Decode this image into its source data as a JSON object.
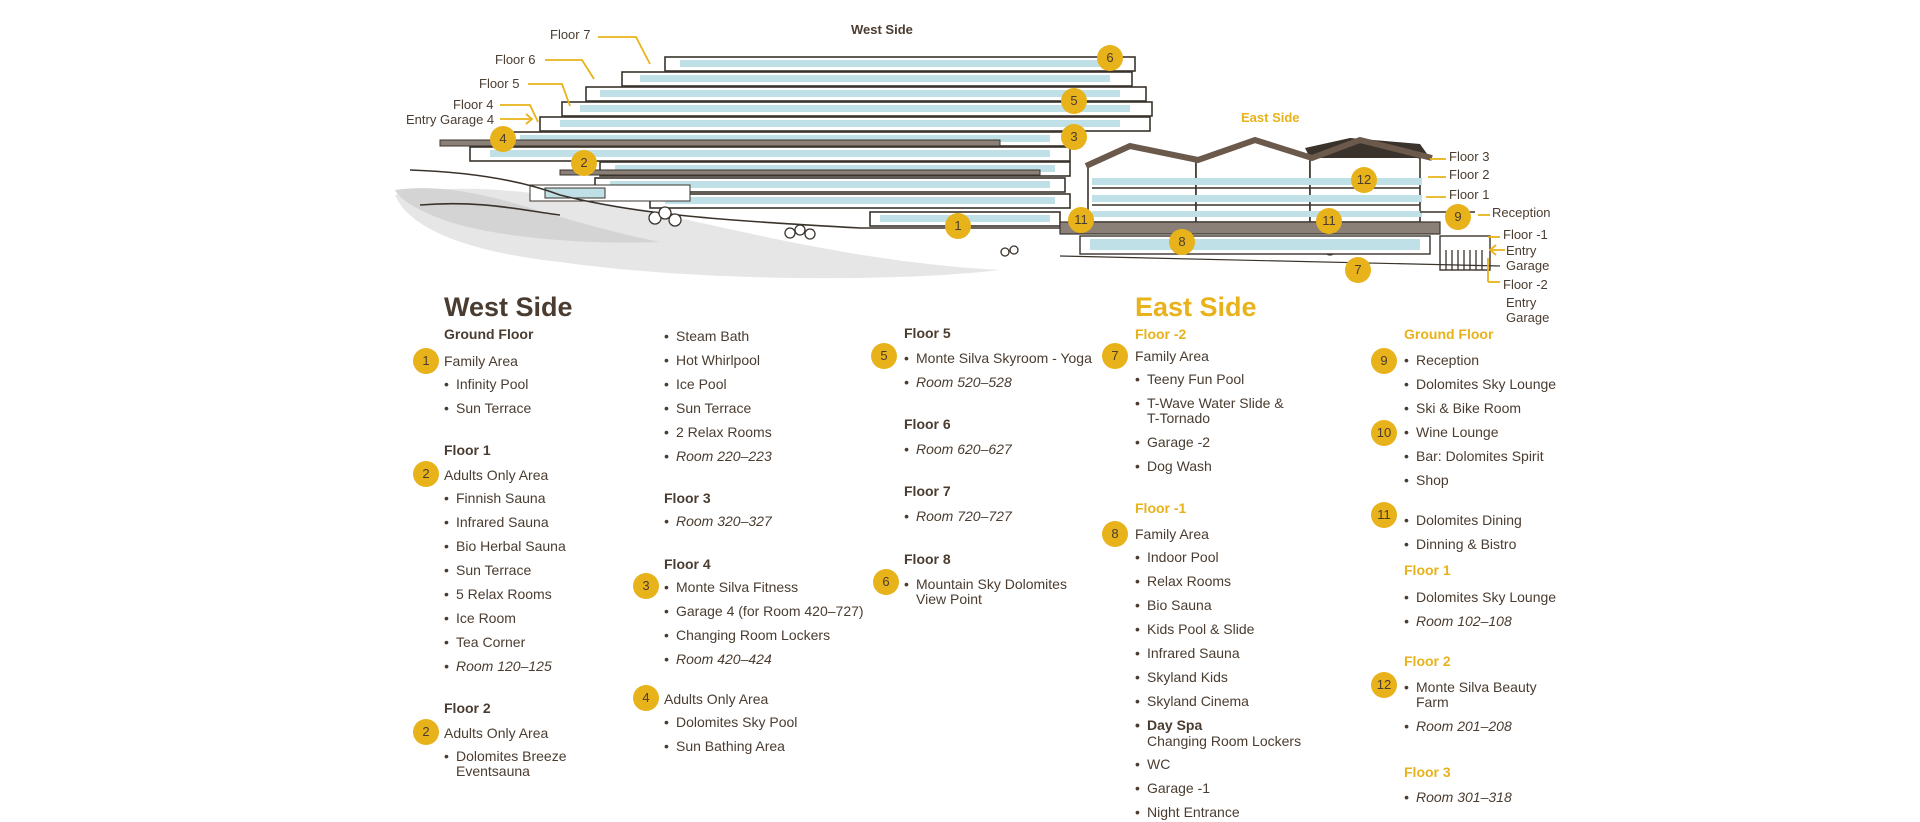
{
  "illustration": {
    "west_side_title": "West Side",
    "east_side_title": "East Side",
    "west_floor_labels": [
      "Floor 7",
      "Floor 6",
      "Floor 5",
      "Floor 4",
      "Entry Garage 4"
    ],
    "east_floor_labels": [
      "Floor 3",
      "Floor 2",
      "Floor 1",
      "Reception",
      "Floor -1",
      "Entry Garage",
      "Floor -2",
      "Entry Garage"
    ],
    "markers": [
      "6",
      "5",
      "3",
      "4",
      "2",
      "1",
      "11",
      "11",
      "12",
      "9",
      "8",
      "7"
    ]
  },
  "west": {
    "title": "West Side",
    "ground": {
      "heading": "Ground Floor",
      "badge": "1",
      "area": "Family Area",
      "items": [
        "Infinity Pool",
        "Sun Terrace"
      ]
    },
    "floor1": {
      "heading": "Floor 1",
      "badge": "2",
      "area": "Adults Only Area",
      "items": [
        "Finnish Sauna",
        "Infrared Sauna",
        "Bio Herbal Sauna",
        "Sun Terrace",
        "5 Relax Rooms",
        "Ice Room",
        "Tea Corner"
      ],
      "rooms": "Room 120–125"
    },
    "floor2": {
      "heading": "Floor 2",
      "badge": "2",
      "area": "Adults Only Area",
      "items": [
        "Dolomites Breeze Eventsauna"
      ]
    },
    "col2_items": [
      "Steam Bath",
      "Hot Whirlpool",
      "Ice Pool",
      "Sun Terrace",
      "2 Relax Rooms"
    ],
    "col2_rooms": "Room 220–223",
    "floor3": {
      "heading": "Floor 3",
      "rooms": "Room 320–327"
    },
    "floor4": {
      "heading": "Floor 4",
      "badge": "3",
      "items": [
        "Monte Silva Fitness",
        "Garage 4 (for Room 420–727)",
        "Changing Room Lockers"
      ],
      "rooms": "Room 420–424",
      "badge2": "4",
      "area2": "Adults Only Area",
      "items2": [
        "Dolomites Sky Pool",
        "Sun Bathing Area"
      ]
    },
    "floor5": {
      "heading": "Floor 5",
      "badge": "5",
      "items": [
        "Monte Silva Skyroom - Yoga"
      ],
      "rooms": "Room 520–528"
    },
    "floor6": {
      "heading": "Floor 6",
      "rooms": "Room 620–627"
    },
    "floor7": {
      "heading": "Floor 7",
      "rooms": "Room 720–727"
    },
    "floor8": {
      "heading": "Floor 8",
      "badge": "6",
      "items": [
        "Mountain Sky Dolomites View Point"
      ]
    }
  },
  "east": {
    "title": "East Side",
    "floorm2": {
      "heading": "Floor -2",
      "badge": "7",
      "area": "Family Area",
      "items": [
        "Teeny Fun Pool",
        "T-Wave Water Slide & T-Tornado",
        "Garage -2",
        "Dog Wash"
      ]
    },
    "floorm1": {
      "heading": "Floor -1",
      "badge": "8",
      "area": "Family Area",
      "items": [
        "Indoor Pool",
        "Relax Rooms",
        "Bio Sauna",
        "Kids Pool & Slide",
        "Infrared Sauna",
        "Skyland Kids",
        "Skyland Cinema"
      ],
      "dayspa": "Day Spa",
      "dayspa_sub": "Changing Room Lockers",
      "items2": [
        "WC",
        "Garage -1",
        "Night Entrance"
      ]
    },
    "ground": {
      "heading": "Ground Floor",
      "badge": "9",
      "items": [
        "Reception",
        "Dolomites Sky Lounge",
        "Ski & Bike Room"
      ],
      "badge10": "10",
      "items10": [
        "Wine Lounge",
        "Bar: Dolomites Spirit",
        "Shop"
      ],
      "badge11": "11",
      "items11": [
        "Dolomites Dining",
        "Dinning & Bistro"
      ]
    },
    "floor1": {
      "heading": "Floor 1",
      "items": [
        "Dolomites Sky Lounge"
      ],
      "rooms": "Room 102–108"
    },
    "floor2": {
      "heading": "Floor 2",
      "badge": "12",
      "items": [
        "Monte Silva Beauty Farm"
      ],
      "rooms": "Room 201–208"
    },
    "floor3": {
      "heading": "Floor 3",
      "rooms": "Room 301–318"
    }
  },
  "colors": {
    "accent": "#e8b21a",
    "text": "#4a3c30",
    "glass": "#bfe0e6",
    "ink": "#3a332c",
    "roof": "#6b5a4c"
  }
}
